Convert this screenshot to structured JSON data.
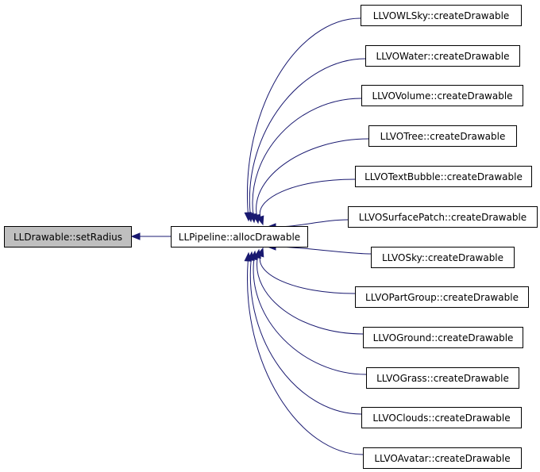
{
  "diagram": {
    "root": {
      "label": "LLDrawable::setRadius"
    },
    "middle": {
      "label": "LLPipeline::allocDrawable"
    },
    "callers": [
      {
        "label": "LLVOWLSky::createDrawable"
      },
      {
        "label": "LLVOWater::createDrawable"
      },
      {
        "label": "LLVOVolume::createDrawable"
      },
      {
        "label": "LLVOTree::createDrawable"
      },
      {
        "label": "LLVOTextBubble::createDrawable"
      },
      {
        "label": "LLVOSurfacePatch::createDrawable"
      },
      {
        "label": "LLVOSky::createDrawable"
      },
      {
        "label": "LLVOPartGroup::createDrawable"
      },
      {
        "label": "LLVOGround::createDrawable"
      },
      {
        "label": "LLVOGrass::createDrawable"
      },
      {
        "label": "LLVOClouds::createDrawable"
      },
      {
        "label": "LLVOAvatar::createDrawable"
      }
    ],
    "colors": {
      "edge": "#191970",
      "root_fill": "#bfbfbf",
      "node_fill": "#ffffff",
      "border": "#000000"
    }
  }
}
